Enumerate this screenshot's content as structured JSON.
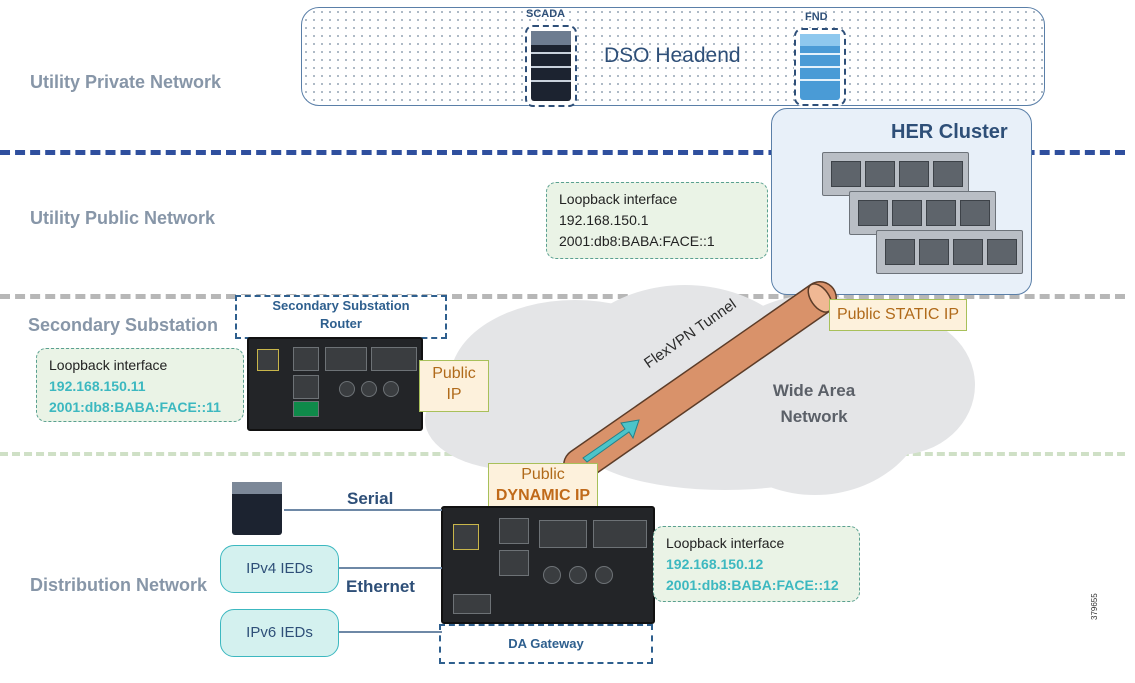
{
  "zones": {
    "private": "Utility Private Network",
    "public": "Utility Public Network",
    "secondary": "Secondary Substation",
    "distribution": "Distribution Network"
  },
  "headend": {
    "title": "DSO Headend",
    "scada_label": "SCADA",
    "fnd_label": "FND"
  },
  "her": {
    "title": "HER Cluster"
  },
  "her_loopback": {
    "title": "Loopback interface",
    "ipv4": "192.168.150.1",
    "ipv6": "2001:db8:BABA:FACE::1"
  },
  "public_static_ip": "Public STATIC IP",
  "wan": {
    "line1": "Wide Area",
    "line2": "Network"
  },
  "tunnel": {
    "label": "FlexVPN Tunnel"
  },
  "secondary_router": {
    "title_line1": "Secondary Substation",
    "title_line2": "Router",
    "public_ip_line1": "Public",
    "public_ip_line2": "IP",
    "loopback_title": "Loopback interface",
    "loopback_ipv4": "192.168.150.11",
    "loopback_ipv6": "2001:db8:BABA:FACE::11"
  },
  "da_gateway": {
    "title": "DA Gateway",
    "public_line1": "Public",
    "public_line2": "DYNAMIC IP",
    "loopback_title": "Loopback interface",
    "loopback_ipv4": "192.168.150.12",
    "loopback_ipv6": "2001:db8:BABA:FACE::12"
  },
  "connections": {
    "serial": "Serial",
    "ethernet": "Ethernet"
  },
  "ieds": {
    "ipv4": "IPv4 IEDs",
    "ipv6": "IPv6 IEDs"
  },
  "figure_id": "379655",
  "colors": {
    "divider_private": "#2f4f9e",
    "divider_secondary": "#b7b7b7",
    "divider_distribution": "#cfe0c6",
    "tunnel": "#d9926a",
    "accent_teal": "#3cb8c0"
  }
}
